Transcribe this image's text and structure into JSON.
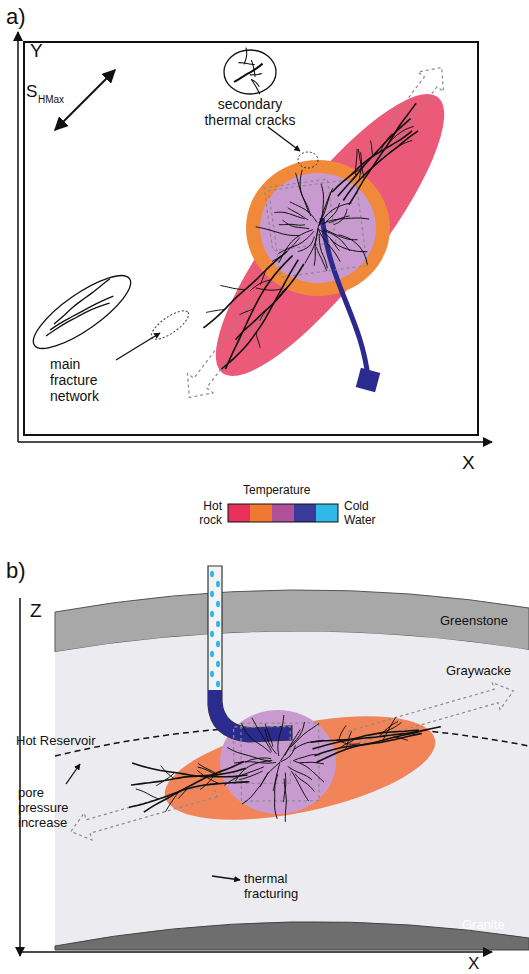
{
  "diagram": {
    "labels": [
      "a)",
      "Y",
      "S",
      "HMax",
      "secondary thermal cracks",
      "main fracture network",
      "X",
      "Temperature",
      "Hot rock",
      "Cold Water",
      "b)",
      "Z",
      "Greenstone",
      "Graywacke",
      "Hot Reservoir",
      "pore pressure increase",
      "thermal fracturing",
      "Granite",
      "X"
    ]
  }
}
